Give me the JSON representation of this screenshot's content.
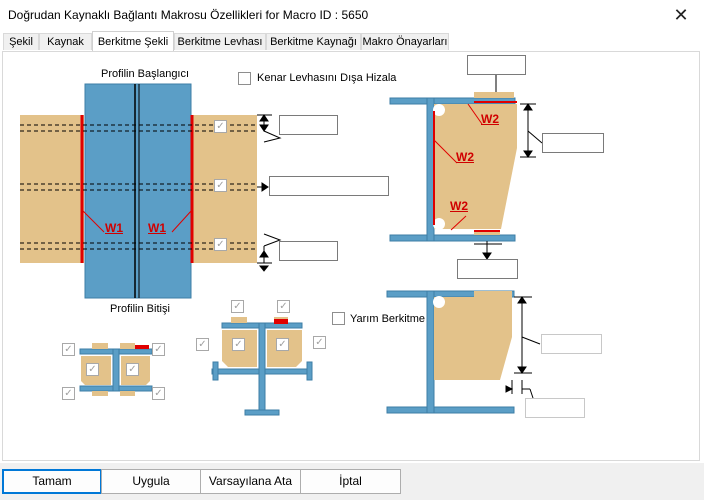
{
  "window": {
    "title": "Doğrudan Kaynaklı Bağlantı Makrosu Özellikleri for Macro ID : 5650",
    "close_glyph": "✕"
  },
  "tabs": [
    {
      "label": "Şekil"
    },
    {
      "label": "Kaynak"
    },
    {
      "label": "Berkitme Şekli"
    },
    {
      "label": "Berkitme Levhası"
    },
    {
      "label": "Berkitme Kaynağı"
    },
    {
      "label": "Makro Önayarları"
    }
  ],
  "stiffener_shape": {
    "profile_start_label": "Profilin Başlangıcı",
    "profile_end_label": "Profilin Bitişi",
    "outer_edge_align_label": "Kenar Levhasını Dışa Hizala",
    "half_stiffener_label": "Yarım Berkitme",
    "weld_labels": {
      "w1_left": "W1",
      "w1_right": "W1",
      "w2_top": "W2",
      "w2_mid": "W2",
      "w2_bot": "W2"
    },
    "checkmark": "✓"
  },
  "buttons": {
    "ok": "Tamam",
    "apply": "Uygula",
    "defaults": "Varsayılana Ata",
    "cancel": "İptal"
  },
  "colors": {
    "plate": "#e3c28a",
    "profile": "#5b9ec6",
    "weld": "#e00000"
  }
}
